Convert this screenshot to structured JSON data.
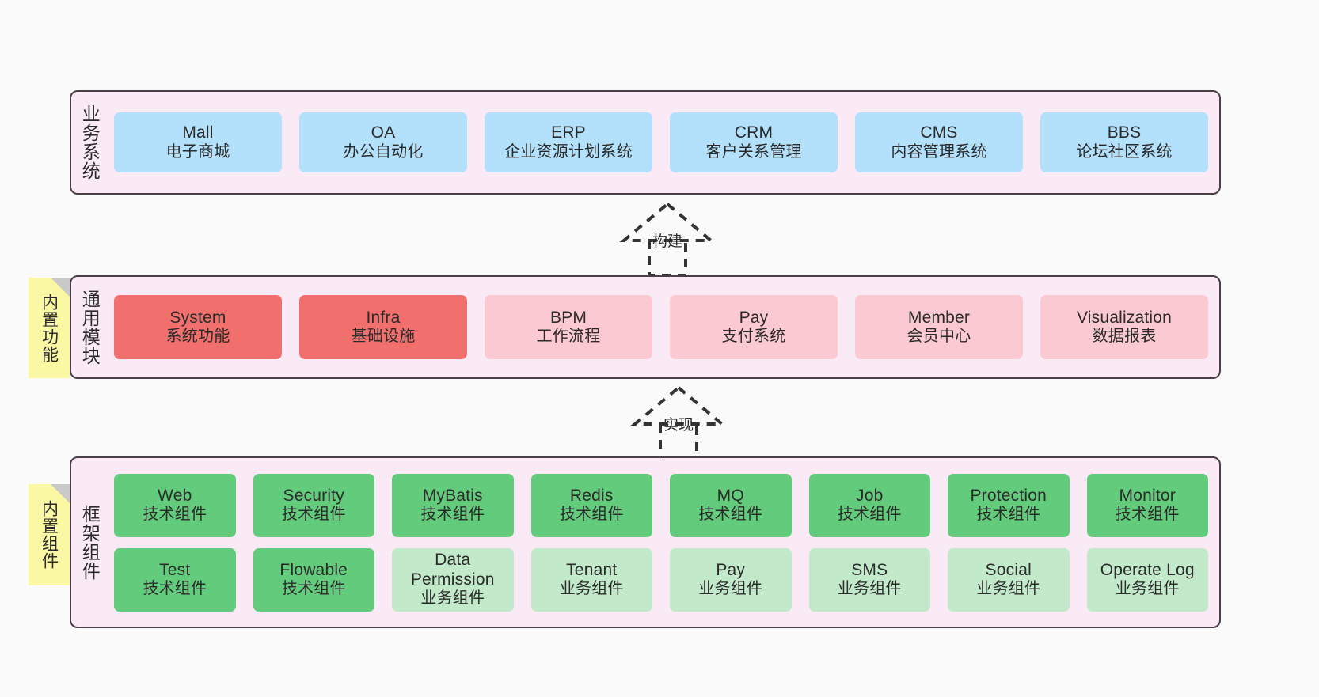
{
  "layers": [
    {
      "id": "business",
      "label": "业务系统",
      "rows": [
        {
          "cards": [
            {
              "title": "Mall",
              "subtitle": "电子商城",
              "color": "blue"
            },
            {
              "title": "OA",
              "subtitle": "办公自动化",
              "color": "blue"
            },
            {
              "title": "ERP",
              "subtitle": "企业资源计划系统",
              "color": "blue"
            },
            {
              "title": "CRM",
              "subtitle": "客户关系管理",
              "color": "blue"
            },
            {
              "title": "CMS",
              "subtitle": "内容管理系统",
              "color": "blue"
            },
            {
              "title": "BBS",
              "subtitle": "论坛社区系统",
              "color": "blue"
            }
          ]
        }
      ]
    },
    {
      "id": "common",
      "label": "通用模块",
      "rows": [
        {
          "cards": [
            {
              "title": "System",
              "subtitle": "系统功能",
              "color": "red"
            },
            {
              "title": "Infra",
              "subtitle": "基础设施",
              "color": "red"
            },
            {
              "title": "BPM",
              "subtitle": "工作流程",
              "color": "pink"
            },
            {
              "title": "Pay",
              "subtitle": "支付系统",
              "color": "pink"
            },
            {
              "title": "Member",
              "subtitle": "会员中心",
              "color": "pink"
            },
            {
              "title": "Visualization",
              "subtitle": "数据报表",
              "color": "pink"
            }
          ]
        }
      ]
    },
    {
      "id": "framework",
      "label": "框架组件",
      "rows": [
        {
          "cards": [
            {
              "title": "Web",
              "subtitle": "技术组件",
              "color": "green"
            },
            {
              "title": "Security",
              "subtitle": "技术组件",
              "color": "green"
            },
            {
              "title": "MyBatis",
              "subtitle": "技术组件",
              "color": "green"
            },
            {
              "title": "Redis",
              "subtitle": "技术组件",
              "color": "green"
            },
            {
              "title": "MQ",
              "subtitle": "技术组件",
              "color": "green"
            },
            {
              "title": "Job",
              "subtitle": "技术组件",
              "color": "green"
            },
            {
              "title": "Protection",
              "subtitle": "技术组件",
              "color": "green"
            },
            {
              "title": "Monitor",
              "subtitle": "技术组件",
              "color": "green"
            }
          ]
        },
        {
          "cards": [
            {
              "title": "Test",
              "subtitle": "技术组件",
              "color": "green"
            },
            {
              "title": "Flowable",
              "subtitle": "技术组件",
              "color": "green"
            },
            {
              "title": "Data Permission",
              "subtitle": "业务组件",
              "color": "lightgreen"
            },
            {
              "title": "Tenant",
              "subtitle": "业务组件",
              "color": "lightgreen"
            },
            {
              "title": "Pay",
              "subtitle": "业务组件",
              "color": "lightgreen"
            },
            {
              "title": "SMS",
              "subtitle": "业务组件",
              "color": "lightgreen"
            },
            {
              "title": "Social",
              "subtitle": "业务组件",
              "color": "lightgreen"
            },
            {
              "title": "Operate Log",
              "subtitle": "业务组件",
              "color": "lightgreen"
            }
          ]
        }
      ]
    }
  ],
  "notes": [
    {
      "id": "builtin-features",
      "label": "内置功能"
    },
    {
      "id": "builtin-components",
      "label": "内置组件"
    }
  ],
  "arrows": [
    {
      "id": "build",
      "label": "构建"
    },
    {
      "id": "implement",
      "label": "实现"
    }
  ],
  "colors": {
    "canvas": "#fafafa",
    "layer_fill": "#f9eaf5",
    "layer_border": "#4a3f48",
    "blue": "#b3e0fb",
    "red": "#f1706e",
    "pink": "#fbc9d1",
    "green": "#63cc7c",
    "lightgreen": "#c2e9c9",
    "note_fill": "#fbf8a4",
    "note_fold": "#c9c9c9",
    "arrow_stroke": "#333333",
    "text": "#2b2b2b"
  }
}
